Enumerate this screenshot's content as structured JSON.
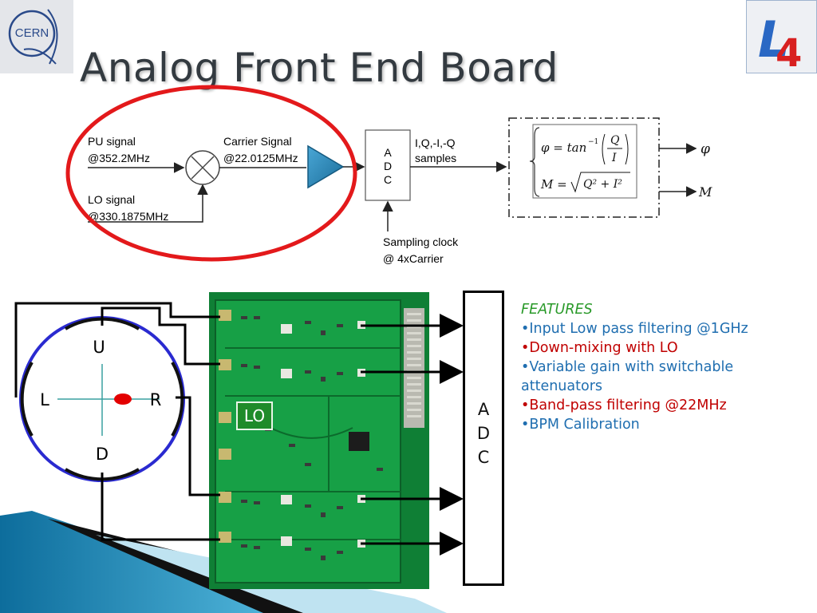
{
  "slide": {
    "title": "Analog Front End Board",
    "logo_left": "CERN",
    "logo_right": "L4"
  },
  "block_diagram": {
    "pu_signal": "PU signal",
    "pu_freq": "@352.2MHz",
    "lo_signal": "LO signal",
    "lo_freq": "@330.1875MHz",
    "carrier_signal": "Carrier Signal",
    "carrier_freq": "@22.0125MHz",
    "adc_letters": [
      "A",
      "D",
      "C"
    ],
    "iq_label": "I,Q,-I,-Q",
    "iq_sub": "samples",
    "clock_label": "Sampling clock",
    "clock_sub": "@ 4xCarrier",
    "formula_phi_lhs": "φ = tan",
    "formula_phi_sup": "−1",
    "formula_phi_num": "Q",
    "formula_phi_den": "I",
    "formula_m_lhs": "M = ",
    "formula_m_rad": "Q² + I²",
    "out_phi": "φ",
    "out_m": "M",
    "highlight_color": "#e3191b"
  },
  "pickup": {
    "labels": {
      "up": "U",
      "left": "L",
      "right": "R",
      "down": "D"
    },
    "ring_color": "#2a2ad0",
    "beam_color": "#e30000"
  },
  "board": {
    "lo_label": "LO",
    "adc_letters": [
      "A",
      "D",
      "C"
    ]
  },
  "features": {
    "heading": "FEATURES",
    "items": [
      {
        "text": "•Input Low pass filtering @1GHz",
        "color": "blue"
      },
      {
        "text": "•Down-mixing with LO",
        "color": "red"
      },
      {
        "text": "•Variable gain with switchable attenuators",
        "color": "blue"
      },
      {
        "text": "•Band-pass filtering @22MHz",
        "color": "red"
      },
      {
        "text": "•BPM Calibration",
        "color": "blue"
      }
    ]
  }
}
